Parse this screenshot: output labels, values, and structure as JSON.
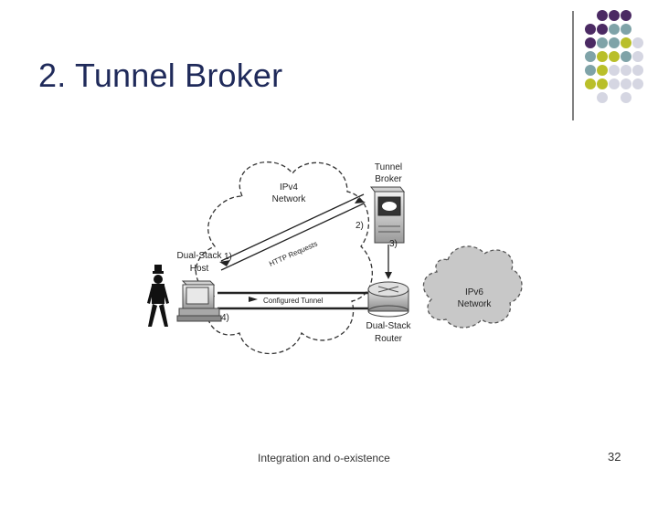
{
  "slide": {
    "title": "2. Tunnel Broker",
    "footer": "Integration and o-existence",
    "page_number": "32"
  },
  "diagram": {
    "ipv4_cloud": {
      "line1": "IPv4",
      "line2": "Network"
    },
    "ipv6_cloud": {
      "line1": "IPv6",
      "line2": "Network"
    },
    "tunnel_broker": {
      "line1": "Tunnel",
      "line2": "Broker"
    },
    "dual_stack_host": {
      "line1": "Dual-Stack",
      "line2": "Host"
    },
    "dual_stack_router": {
      "line1": "Dual-Stack",
      "line2": "Router"
    },
    "steps": {
      "s1": "1)",
      "s2": "2)",
      "s3": "3)",
      "s4": "4)"
    },
    "http_requests_label": "HTTP Requests",
    "configured_tunnel_label": "Configured Tunnel"
  },
  "colors": {
    "title": "#1f2a5a",
    "dot_purple": "#4b2a63",
    "dot_teal": "#7fa3a8",
    "dot_yellow": "#b9bf2a",
    "dot_gray": "#d5d6e2",
    "ipv6_cloud_fill": "#c8c8c8"
  }
}
